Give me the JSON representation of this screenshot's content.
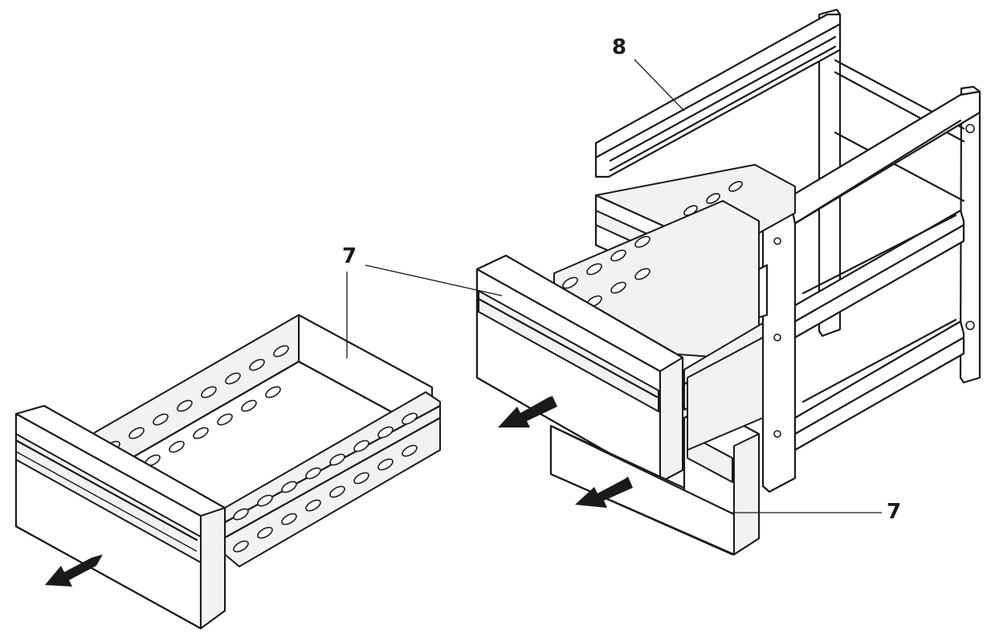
{
  "callouts": {
    "top_rail": "8",
    "loose_drawer": "7",
    "lower_drawer": "7"
  }
}
